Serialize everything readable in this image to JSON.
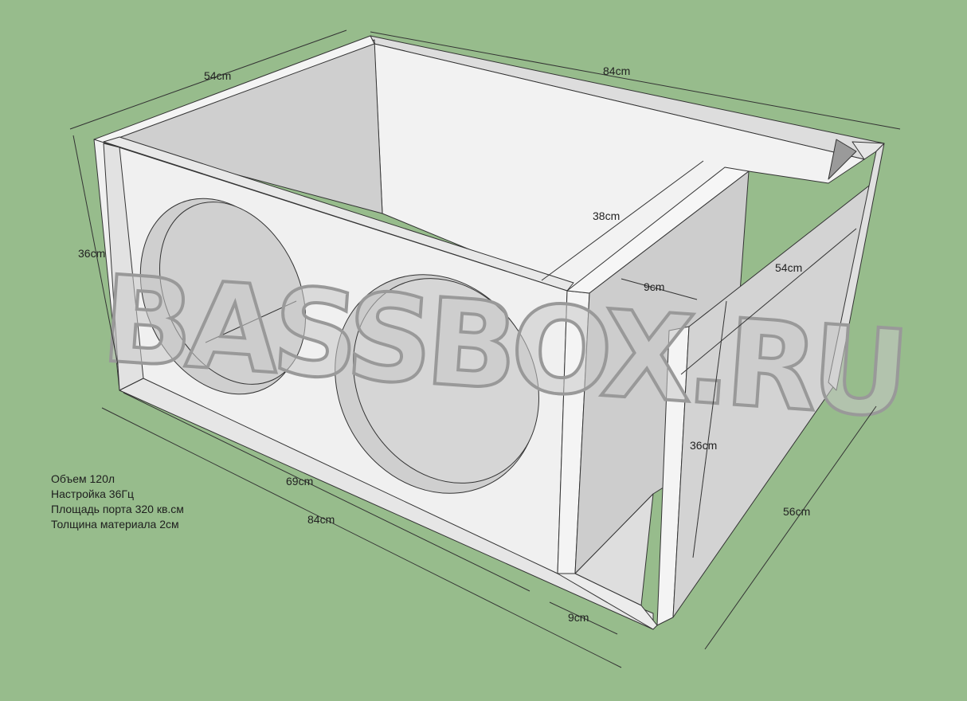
{
  "watermark": "BASSBOX.RU",
  "dimensions": {
    "top_depth": "54cm",
    "top_length": "84cm",
    "front_height": "36cm",
    "divider_depth": "38cm",
    "port_gap_top": "9cm",
    "side_depth": "54cm",
    "inner_height": "36cm",
    "outer_depth": "56cm",
    "inner_length": "69cm",
    "outer_length": "84cm",
    "port_gap_bottom": "9cm"
  },
  "notes": [
    "Объем 120л",
    "Настройка 36Гц",
    "Площадь порта 320 кв.см",
    "Толщина материала 2см"
  ],
  "colors": {
    "background": "#97bc8c",
    "panel": "#efefef",
    "inner": "#c9c9c9"
  }
}
